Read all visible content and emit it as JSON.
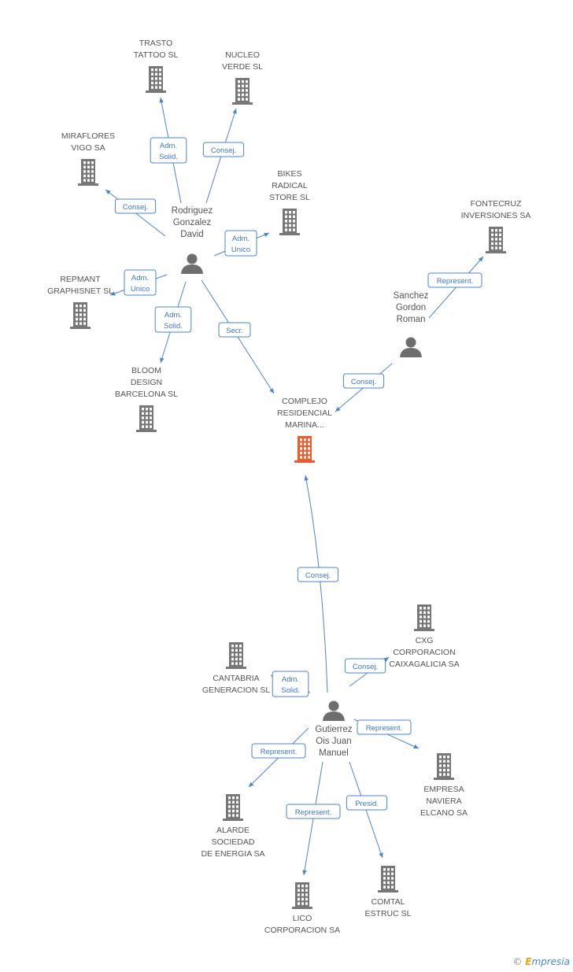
{
  "companies": [
    {
      "id": "trasto",
      "lines": [
        "TRASTO",
        "TATTOO SL"
      ],
      "label_pos": "above",
      "highlight": false
    },
    {
      "id": "nucleo",
      "lines": [
        "NUCLEO",
        "VERDE SL"
      ],
      "label_pos": "above",
      "highlight": false
    },
    {
      "id": "miraflores",
      "lines": [
        "MIRAFLORES",
        "VIGO SA"
      ],
      "label_pos": "above",
      "highlight": false
    },
    {
      "id": "bikes",
      "lines": [
        "BIKES",
        "RADICAL",
        "STORE SL"
      ],
      "label_pos": "above",
      "highlight": false
    },
    {
      "id": "fontecruz",
      "lines": [
        "FONTECRUZ",
        "INVERSIONES SA"
      ],
      "label_pos": "above",
      "highlight": false
    },
    {
      "id": "repmant",
      "lines": [
        "REPMANT",
        "GRAPHISNET SL"
      ],
      "label_pos": "above",
      "highlight": false
    },
    {
      "id": "bloom",
      "lines": [
        "BLOOM",
        "DESIGN",
        "BARCELONA SL"
      ],
      "label_pos": "above",
      "highlight": false
    },
    {
      "id": "complejo",
      "lines": [
        "COMPLEJO",
        "RESIDENCIAL",
        "MARINA..."
      ],
      "label_pos": "above",
      "highlight": true
    },
    {
      "id": "cxg",
      "lines": [
        "CXG",
        "CORPORACION",
        "CAIXAGALICIA SA"
      ],
      "label_pos": "below",
      "highlight": false
    },
    {
      "id": "cantabria",
      "lines": [
        "CANTABRIA",
        "GENERACION SL"
      ],
      "label_pos": "below",
      "highlight": false
    },
    {
      "id": "naviera",
      "lines": [
        "EMPRESA",
        "NAVIERA",
        "ELCANO SA"
      ],
      "label_pos": "below",
      "highlight": false
    },
    {
      "id": "alarde",
      "lines": [
        "ALARDE",
        "SOCIEDAD",
        "DE ENERGIA SA"
      ],
      "label_pos": "below",
      "highlight": false
    },
    {
      "id": "lico",
      "lines": [
        "LICO",
        "CORPORACION SA"
      ],
      "label_pos": "below",
      "highlight": false
    },
    {
      "id": "comtal",
      "lines": [
        "COMTAL",
        "ESTRUC SL"
      ],
      "label_pos": "below",
      "highlight": false
    }
  ],
  "persons": [
    {
      "id": "rodriguez",
      "lines": [
        "Rodriguez",
        "Gonzalez",
        "David"
      ]
    },
    {
      "id": "sanchez",
      "lines": [
        "Sanchez",
        "Gordon",
        "Roman"
      ]
    },
    {
      "id": "gutierrez",
      "lines": [
        "Gutierrez",
        "Ois Juan",
        "Manuel"
      ]
    }
  ],
  "relations": [
    {
      "from": "rodriguez",
      "to": "trasto",
      "label": [
        "Adm.",
        "Solid."
      ]
    },
    {
      "from": "rodriguez",
      "to": "nucleo",
      "label": [
        "Consej."
      ]
    },
    {
      "from": "rodriguez",
      "to": "miraflores",
      "label": [
        "Consej."
      ]
    },
    {
      "from": "rodriguez",
      "to": "bikes",
      "label": [
        "Adm.",
        "Unico"
      ]
    },
    {
      "from": "rodriguez",
      "to": "repmant",
      "label": [
        "Adm.",
        "Unico"
      ]
    },
    {
      "from": "rodriguez",
      "to": "bloom",
      "label": [
        "Adm.",
        "Solid."
      ]
    },
    {
      "from": "rodriguez",
      "to": "complejo",
      "label": [
        "Secr."
      ]
    },
    {
      "from": "sanchez",
      "to": "fontecruz",
      "label": [
        "Represent."
      ]
    },
    {
      "from": "sanchez",
      "to": "complejo",
      "label": [
        "Consej."
      ]
    },
    {
      "from": "gutierrez",
      "to": "complejo",
      "label": [
        "Consej."
      ]
    },
    {
      "from": "gutierrez",
      "to": "cxg",
      "label": [
        "Consej."
      ]
    },
    {
      "from": "gutierrez",
      "to": "cantabria",
      "label": [
        "Adm.",
        "Solid."
      ]
    },
    {
      "from": "gutierrez",
      "to": "naviera",
      "label": [
        "Represent."
      ]
    },
    {
      "from": "gutierrez",
      "to": "alarde",
      "label": [
        "Represent."
      ]
    },
    {
      "from": "gutierrez",
      "to": "lico",
      "label": [
        "Represent."
      ]
    },
    {
      "from": "gutierrez",
      "to": "comtal",
      "label": [
        "Presid."
      ]
    }
  ],
  "colors": {
    "edge": "#4a86d0",
    "building": "#777777",
    "highlight": "#f05a28",
    "person": "#6e6e6e"
  },
  "brand": {
    "copyright": "©",
    "name_first": "E",
    "name_rest": "mpresia"
  }
}
